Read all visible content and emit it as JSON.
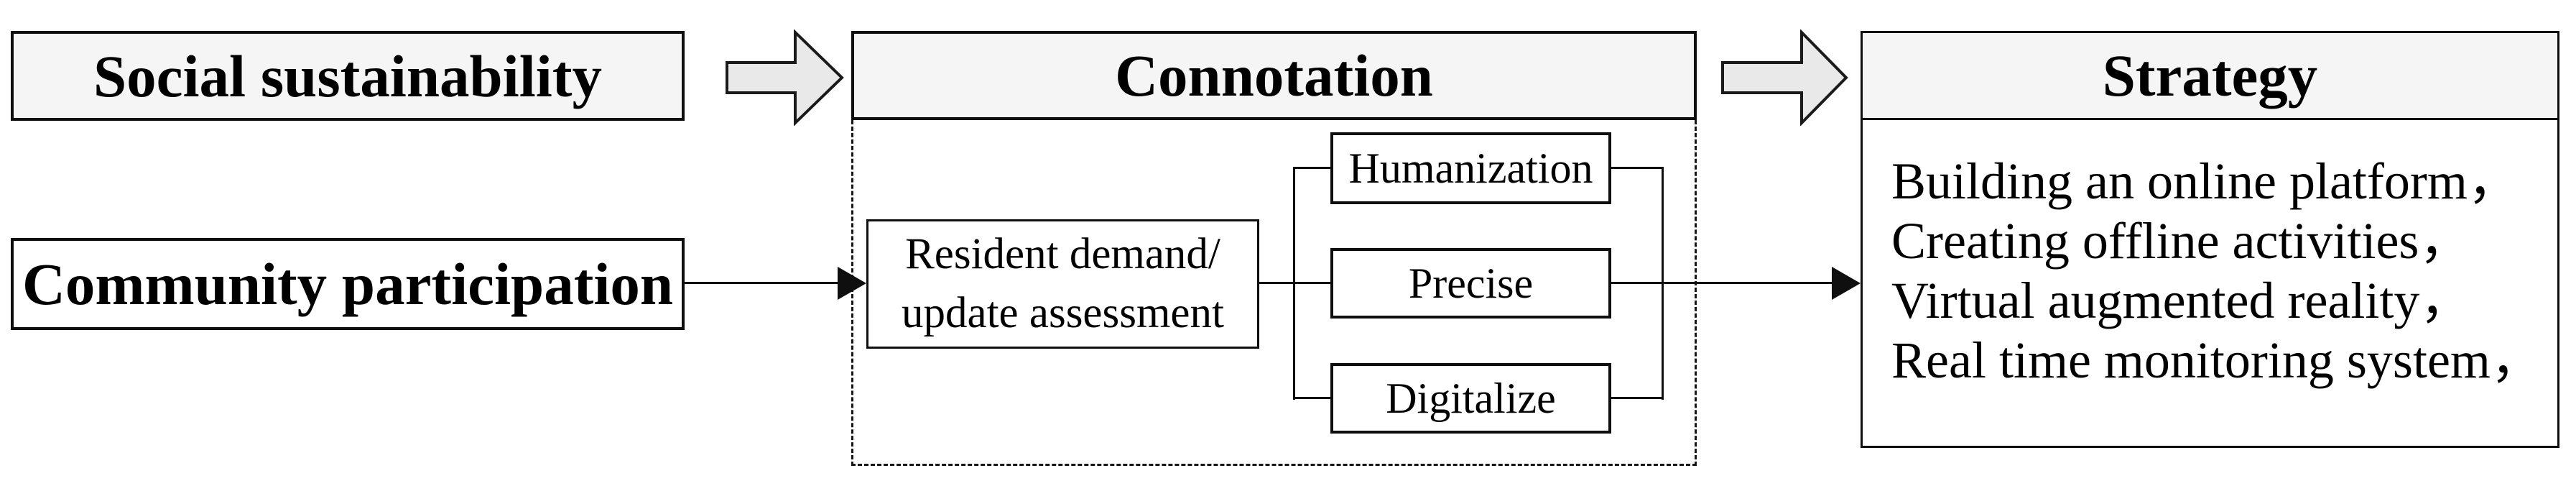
{
  "diagram": {
    "stage1_header": "Social sustainability",
    "stage2_header": "Connotation",
    "stage3_header": "Strategy",
    "community_box": "Community participation",
    "resident_box": {
      "line1": "Resident demand/",
      "line2": "update assessment"
    },
    "connotation_items": [
      "Humanization",
      "Precise",
      "Digitalize"
    ],
    "strategy_lines": [
      "Building an online platform，",
      "Creating offline activities，",
      "Virtual augmented reality，",
      "Real time monitoring system，"
    ],
    "colors": {
      "header_fill": "#f5f5f6",
      "arrow_fill": "#e9e9ea",
      "arrow_stroke": "#1a1a1a",
      "line_color": "#0f0f0f"
    }
  }
}
